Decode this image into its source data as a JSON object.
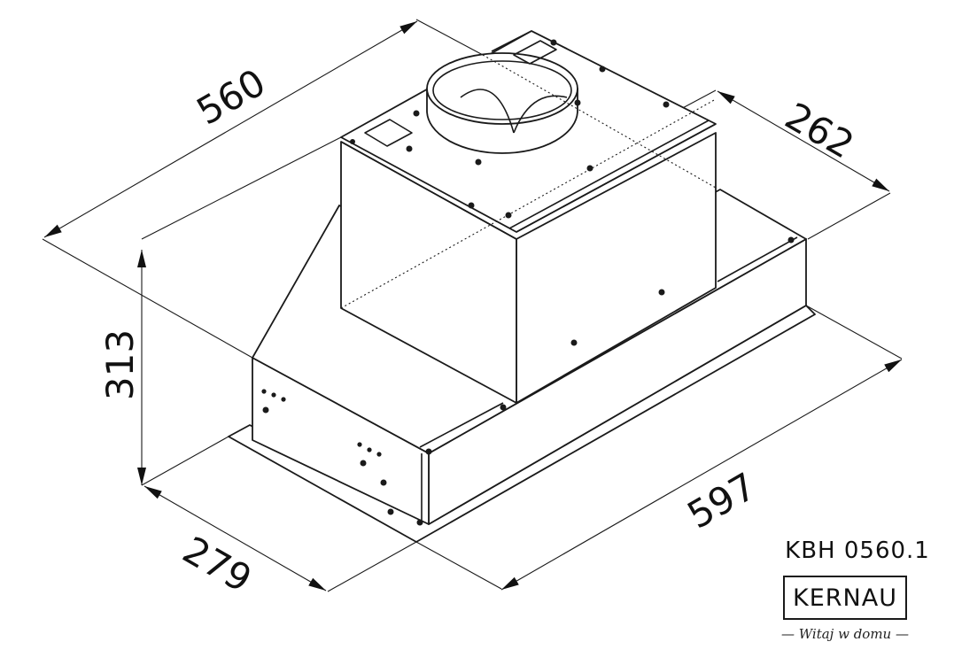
{
  "dimensions": {
    "depth": "560",
    "height": "313",
    "width": "597",
    "front_depth": "279",
    "motor_width": "262"
  },
  "brand": {
    "model": "KBH 0560.1",
    "logo": "KERNAU",
    "tagline": "— Witaj w domu —"
  },
  "colors": {
    "line": "#1a1a1a",
    "background": "#ffffff"
  }
}
